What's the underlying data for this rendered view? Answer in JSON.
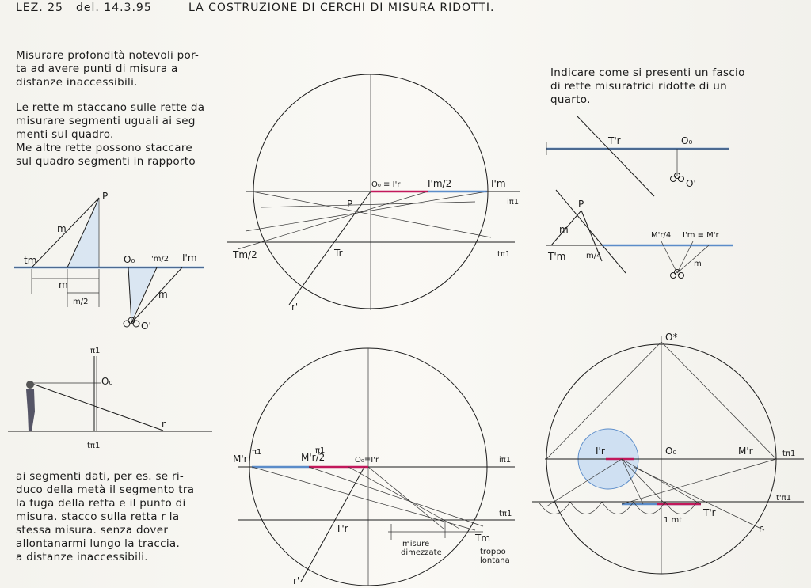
{
  "header": {
    "lesson": "LEZ. 25",
    "date": "del. 14.3.95",
    "title": "LA COSTRUZIONE DI CERCHI DI MISURA RIDOTTI."
  },
  "notes": {
    "intro": "Misurare profondità notevoli por-\nta ad avere punti di misura a\ndistanze inaccessibili.",
    "rule": "Le rette m staccano sulle rette da\nmisurare segmenti uguali ai seg\nmenti sul quadro.\nMe altre rette possono staccare\nsul quadro segmenti in rapporto",
    "example": "ai segmenti dati, per es. se ri-\nduco della metà il segmento tra\nla fuga della retta e il punto di\nmisura. stacco sulla retta r la\nstessa misura. senza dover\nallontanarmi lungo la traccia.\na distanze inaccessibili.",
    "task": "Indicare come si presenti un fascio\ndi rette misuratrici ridotte di un\nquarto."
  },
  "labels": {
    "P": "P",
    "m": "m",
    "tm": "tm",
    "m_half": "m/2",
    "O0": "O₀",
    "Im_half": "I'm/2",
    "Im": "I'm",
    "Oprime": "O'",
    "iT1": "iπ1",
    "tT1": "tπ1",
    "r": "r",
    "O0Ir": "O₀ ≡ I'r",
    "Imhalf_c": "I'm/2",
    "Im_c": "I'm",
    "Tr": "Tr",
    "Tm2": "Tm/2",
    "iT1c": "iπ1",
    "tT1c": "tπ1",
    "rprime": "r'",
    "Mr": "M'r",
    "Mr2": "M'r/2",
    "O0Ir2": "O₀≡I'r",
    "T1": "π1",
    "Tr2": "T'r",
    "Tm": "Tm",
    "misure": "misure\ndimezzate",
    "troppo": "troppo\nlontana",
    "TrR": "T'r",
    "O0R": "O₀",
    "OprimeR": "O'",
    "PR": "P",
    "mR": "m",
    "TmR": "T'm",
    "m4": "m/4",
    "Mr4": "M'r/4",
    "ImMr": "I'm ≡ M'r",
    "mbar": "m",
    "Ostar": "O*",
    "IrR": "I'r",
    "O0R2": "O₀",
    "MrR": "M'r",
    "TIT1": "tπ1",
    "tT1R": "t'π1",
    "Tr3": "T'r",
    "onemt": "1 mt",
    "r3": "r",
    "T_Im": "Iπ1",
    "t_Im": "tπ1",
    "Mrpi": "π1"
  },
  "colors": {
    "blue": "#5b8cc9",
    "red": "#c2185b",
    "ink": "#1b1b1b",
    "paper": "#f7f6f1"
  }
}
